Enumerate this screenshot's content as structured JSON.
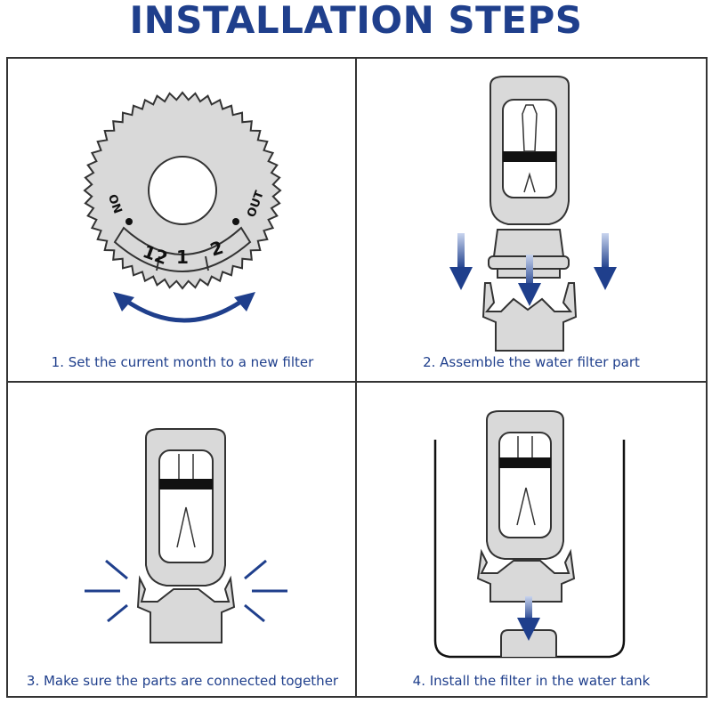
{
  "title": "INSTALLATION STEPS",
  "colors": {
    "accent": "#1f3f8c",
    "part_fill": "#d9d9d9",
    "outline": "#333333"
  },
  "steps": [
    {
      "caption": "1. Set the current month to a new filter"
    },
    {
      "caption": "2. Assemble the water filter part"
    },
    {
      "caption": "3. Make sure the parts are connected together"
    },
    {
      "caption": "4. Install the filter in the water tank"
    }
  ],
  "dial": {
    "left_label": "ON",
    "right_label": "OUT",
    "months": [
      "12",
      "1",
      "2"
    ]
  }
}
